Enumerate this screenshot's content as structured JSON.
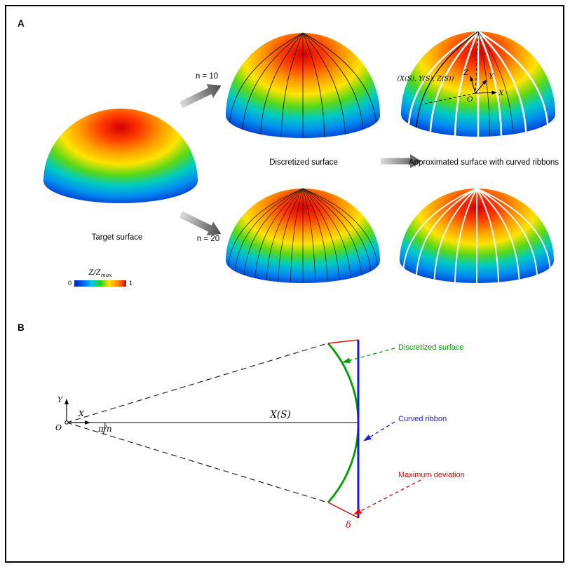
{
  "panel_a": {
    "label": "A",
    "target_surface_label": "Target surface",
    "n10_label": "n = 10",
    "n20_label": "n = 20",
    "discretized_label": "Discretized surface",
    "approximated_label": "Approximated surface with curved ribbons",
    "coord_annotation": "(X(S), Y(S), Z(S))",
    "axes": {
      "z": "Z",
      "y": "Y",
      "x": "X",
      "o": "O"
    },
    "colorbar": {
      "title_base": "Z/Z",
      "title_sub": "max",
      "min_tick": "0",
      "max_tick": "1"
    }
  },
  "panel_b": {
    "label": "B",
    "axes": {
      "y": "Y",
      "x": "X",
      "o": "O"
    },
    "angle_label": "π/n",
    "xs_label": "X(S)",
    "delta_label": "δ",
    "callouts": {
      "discretized": "Discretized surface",
      "curved_ribbon": "Curved ribbon",
      "max_deviation": "Maximum deviation"
    }
  },
  "colors": {
    "colormap": [
      "#0028b0",
      "#00c8e8",
      "#20d020",
      "#ffe000",
      "#ff8c00",
      "#e00000"
    ],
    "callout_green": "#009e00",
    "callout_blue": "#1a1ae0",
    "callout_red": "#e60000"
  }
}
